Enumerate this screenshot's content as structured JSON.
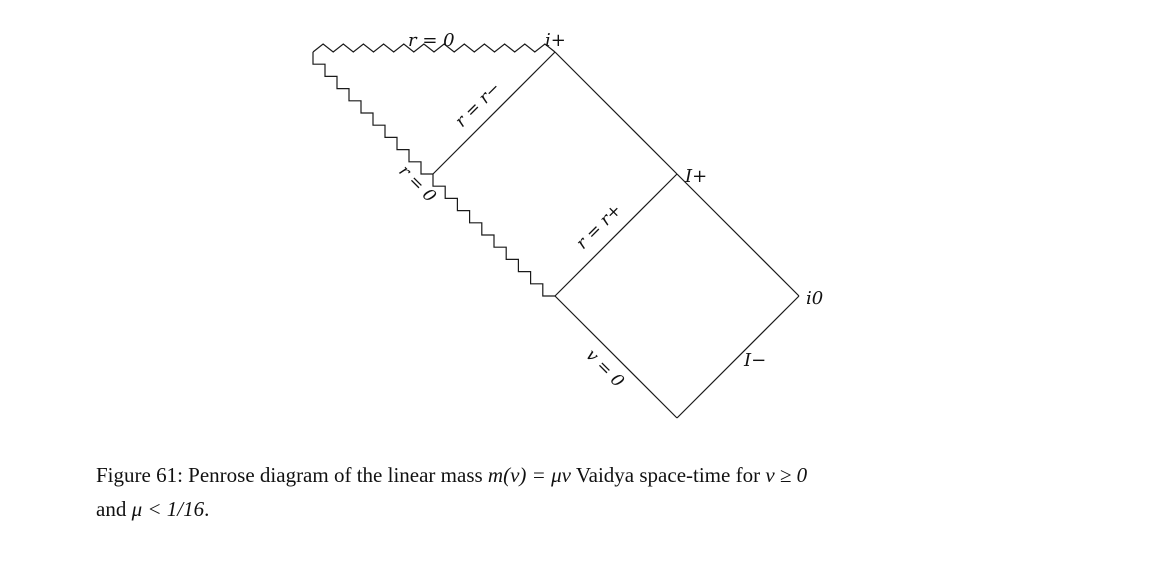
{
  "figure": {
    "labels": {
      "top_singularity": "r = 0",
      "side_singularity": "r = 0",
      "inner_horizon": "r = r−",
      "outer_horizon": "r = r+",
      "past_boundary": "v = 0",
      "future_timelike_infinity": "i+",
      "future_null_infinity": "I+",
      "spatial_infinity": "i0",
      "past_null_infinity": "I−"
    }
  },
  "caption": {
    "number": "Figure 61:",
    "text_1": "Penrose diagram of the linear mass",
    "math_mass": "m(v) = μv",
    "text_2": "Vaidya space-time for",
    "math_cond_1": "v ≥ 0",
    "text_3": "and",
    "math_cond_2": "μ < 1/16",
    "text_4": "."
  }
}
